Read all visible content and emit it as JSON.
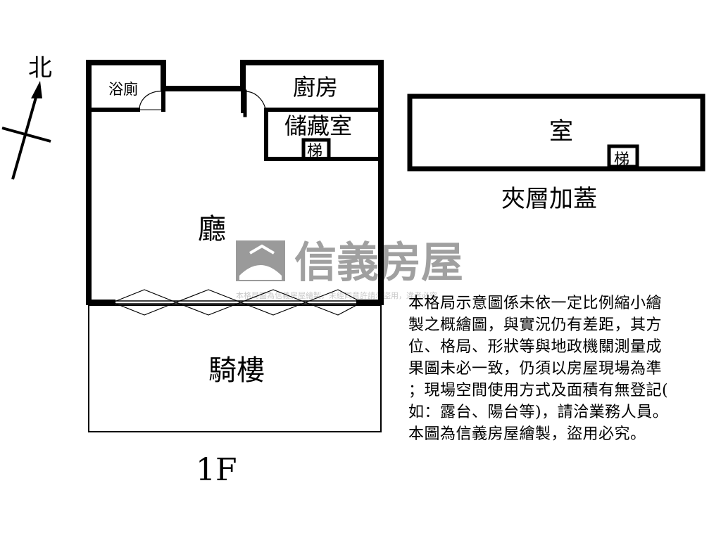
{
  "north_label": "北",
  "floor_1f": {
    "bathroom": "浴廁",
    "kitchen": "廚房",
    "storage": "儲藏室",
    "stairs": "梯",
    "living": "廳",
    "arcade": "騎樓",
    "floor_label": "1F"
  },
  "mezzanine": {
    "room": "室",
    "stairs": "梯",
    "caption": "夾層加蓋"
  },
  "watermark": {
    "brand": "信義房屋",
    "sub": "本格局圖為信義房屋繪製，未經同意許請勿盜用，違者必究"
  },
  "disclaimer": [
    "本格局示意圖係未依一定比例縮小繪",
    "製之概繪圖，與實況仍有差距，其方",
    "位、格局、形狀等與地政機關測量成",
    "果圖未必一致，仍須以房屋現場為準",
    "；現場空間使用方式及面積有無登記(",
    "如：露台、陽台等)，請洽業務人員。",
    "本圖為信義房屋繪製，盜用必究。"
  ],
  "colors": {
    "wall": "#000000",
    "watermark": "#8a8a8a",
    "watermark_light": "#d0d0d0"
  }
}
